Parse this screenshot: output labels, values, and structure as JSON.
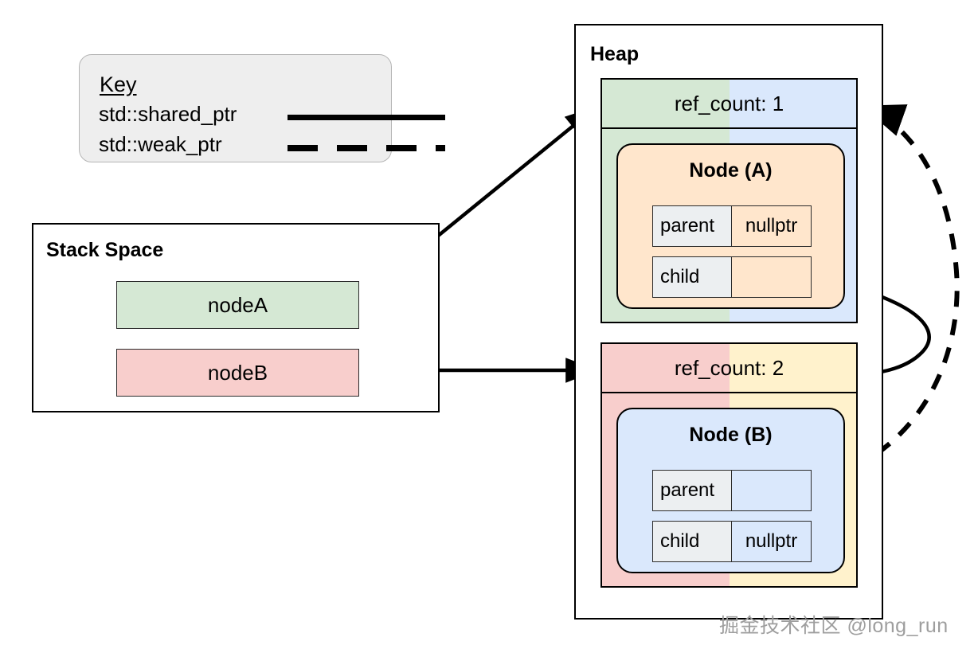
{
  "legend": {
    "title": "Key",
    "items": [
      {
        "label": "std::shared_ptr",
        "style": "solid"
      },
      {
        "label": "std::weak_ptr",
        "style": "dashed"
      }
    ]
  },
  "stack": {
    "title": "Stack Space",
    "variables": [
      {
        "name": "nodeA",
        "color": "#d5e8d4"
      },
      {
        "name": "nodeB",
        "color": "#f8cecc"
      }
    ]
  },
  "heap": {
    "title": "Heap",
    "control_blocks": [
      {
        "id": "A",
        "ref_count_label": "ref_count: 1",
        "left_color": "#d5e8d4",
        "right_color": "#dae8fc",
        "node": {
          "title": "Node (A)",
          "fill": "#ffe6cc",
          "fields": [
            {
              "key": "parent",
              "value": "nullptr"
            },
            {
              "key": "child",
              "value": ""
            }
          ]
        }
      },
      {
        "id": "B",
        "ref_count_label": "ref_count: 2",
        "left_color": "#f8cecc",
        "right_color": "#fff2cc",
        "node": {
          "title": "Node (B)",
          "fill": "#dae8fc",
          "fields": [
            {
              "key": "parent",
              "value": ""
            },
            {
              "key": "child",
              "value": "nullptr"
            }
          ]
        }
      }
    ]
  },
  "connections": [
    {
      "from": "nodeA",
      "to": "control-block-A",
      "style": "solid"
    },
    {
      "from": "nodeB",
      "to": "control-block-B",
      "style": "solid"
    },
    {
      "from": "node-A.child",
      "to": "control-block-B",
      "style": "solid"
    },
    {
      "from": "node-B.parent",
      "to": "control-block-A",
      "style": "dashed"
    }
  ],
  "watermark": "掘金技术社区 @long_run",
  "colors": {
    "green": "#d5e8d4",
    "blue": "#dae8fc",
    "pink": "#f8cecc",
    "orange": "#ffe6cc",
    "yellow": "#fff2cc",
    "field_key_bg": "#eceff1",
    "legend_bg": "#eeeeee",
    "stroke": "#000000"
  }
}
